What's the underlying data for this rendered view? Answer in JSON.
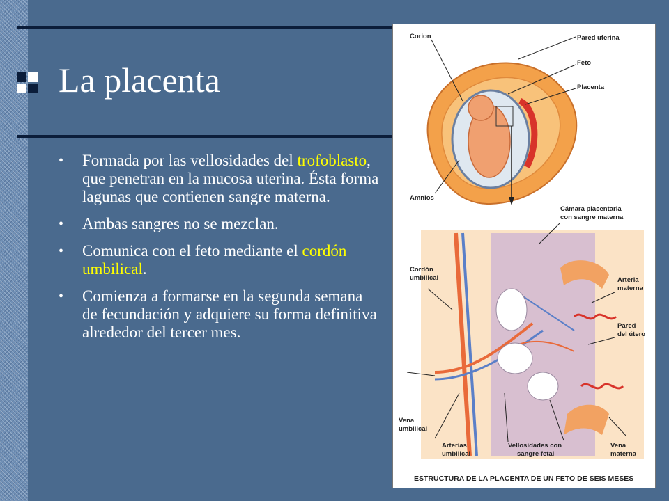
{
  "slide": {
    "title": "La placenta",
    "bullets": [
      {
        "parts": [
          {
            "text": "Formada  por las vellosidades del "
          },
          {
            "text": "trofoblasto",
            "highlight": true
          },
          {
            "text": ", que penetran en la mucosa uterina. Ésta forma lagunas que contienen sangre materna."
          }
        ]
      },
      {
        "parts": [
          {
            "text": "Ambas sangres no se mezclan."
          }
        ]
      },
      {
        "parts": [
          {
            "text": "Comunica con el feto mediante el "
          },
          {
            "text": "cordón umbilical",
            "highlight": true
          },
          {
            "text": "."
          }
        ]
      },
      {
        "parts": [
          {
            "text": "Comienza a formarse en la segunda semana de fecundación y adquiere su forma definitiva alrededor del tercer mes."
          }
        ]
      }
    ]
  },
  "figure": {
    "caption": "ESTRUCTURA DE LA PLACENTA DE UN FETO DE SEIS MESES",
    "labels": {
      "corion": "Corion",
      "pared_uterina": "Pared uterina",
      "feto": "Feto",
      "placenta": "Placenta",
      "amnios": "Amnios",
      "camara_1": "Cámara placentaria",
      "camara_2": "con sangre materna",
      "cordon_1": "Cordón",
      "cordon_2": "umbilical",
      "arteria_1": "Arteria",
      "arteria_2": "materna",
      "pared_1": "Pared",
      "pared_2": "del útero",
      "vena_umb_1": "Vena",
      "vena_umb_2": "umbilical",
      "arterias_1": "Arterias",
      "arterias_2": "umbilical",
      "vellosidades_1": "Vellosidades con",
      "vellosidades_2": "sangre fetal",
      "vena_mat_1": "Vena",
      "vena_mat_2": "materna"
    }
  },
  "colors": {
    "background": "#4a6a8e",
    "text": "#ffffff",
    "highlight": "#ffff00",
    "rule": "#0b1d3a"
  }
}
